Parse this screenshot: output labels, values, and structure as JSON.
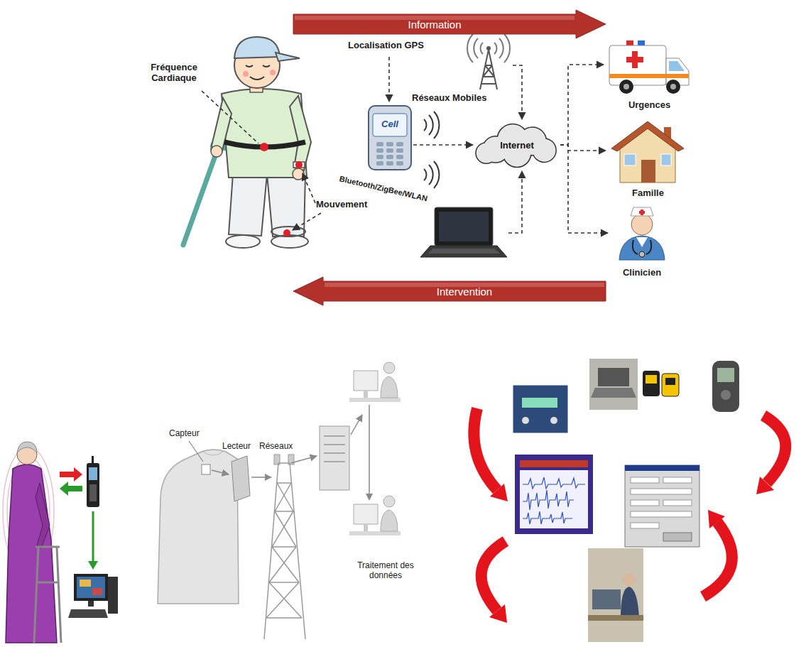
{
  "diagram": {
    "nodes": [
      {
        "text": [
          "Information"
        ]
      },
      {
        "text": [
          "Cell"
        ]
      },
      {
        "text": [
          "Internet"
        ]
      },
      {
        "text": [
          "Urgences"
        ]
      },
      {
        "text": [
          "Famille"
        ]
      },
      {
        "text": [
          "Clinicien"
        ]
      },
      {
        "text": [
          "Intervention"
        ]
      }
    ],
    "edges": [
      {
        "from": 1,
        "to": 2,
        "arrow": "to"
      },
      {
        "from": 2,
        "to": 3,
        "arrow": "to"
      },
      {
        "from": 2,
        "to": 4,
        "arrow": "to"
      },
      {
        "from": 2,
        "to": 5,
        "arrow": "to"
      }
    ],
    "labels": [
      "Fréquence Cardiaque",
      "Localisation GPS",
      "Réseaux Mobiles",
      "Bluetooth/ZigBee/WLAN",
      "Mouvement",
      "Capteur",
      "Lecteur",
      "Réseaux",
      "Traitement des données"
    ]
  }
}
